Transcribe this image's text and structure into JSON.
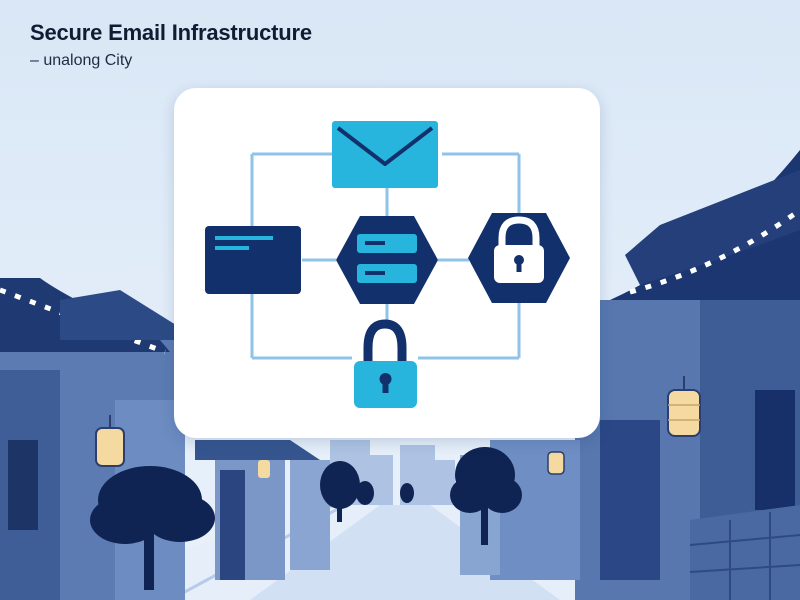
{
  "header": {
    "title": "Secure Email Infrastructure",
    "subtitle": "– unalong City"
  },
  "diagram": {
    "nodes": [
      {
        "id": "email",
        "kind": "envelope",
        "icon": "envelope-icon"
      },
      {
        "id": "client",
        "kind": "window",
        "icon": "window-icon"
      },
      {
        "id": "server",
        "kind": "server-hexagon",
        "icon": "server-icon"
      },
      {
        "id": "encryption",
        "kind": "lock-hexagon",
        "icon": "lock-icon"
      },
      {
        "id": "security",
        "kind": "padlock",
        "icon": "padlock-icon"
      }
    ]
  },
  "colors": {
    "navy": "#12306b",
    "cyan": "#27b4dd",
    "line": "#8fc3e8",
    "sky": "#dbe8f6",
    "roof": "#233f78",
    "wall": "#5f7fb6"
  }
}
